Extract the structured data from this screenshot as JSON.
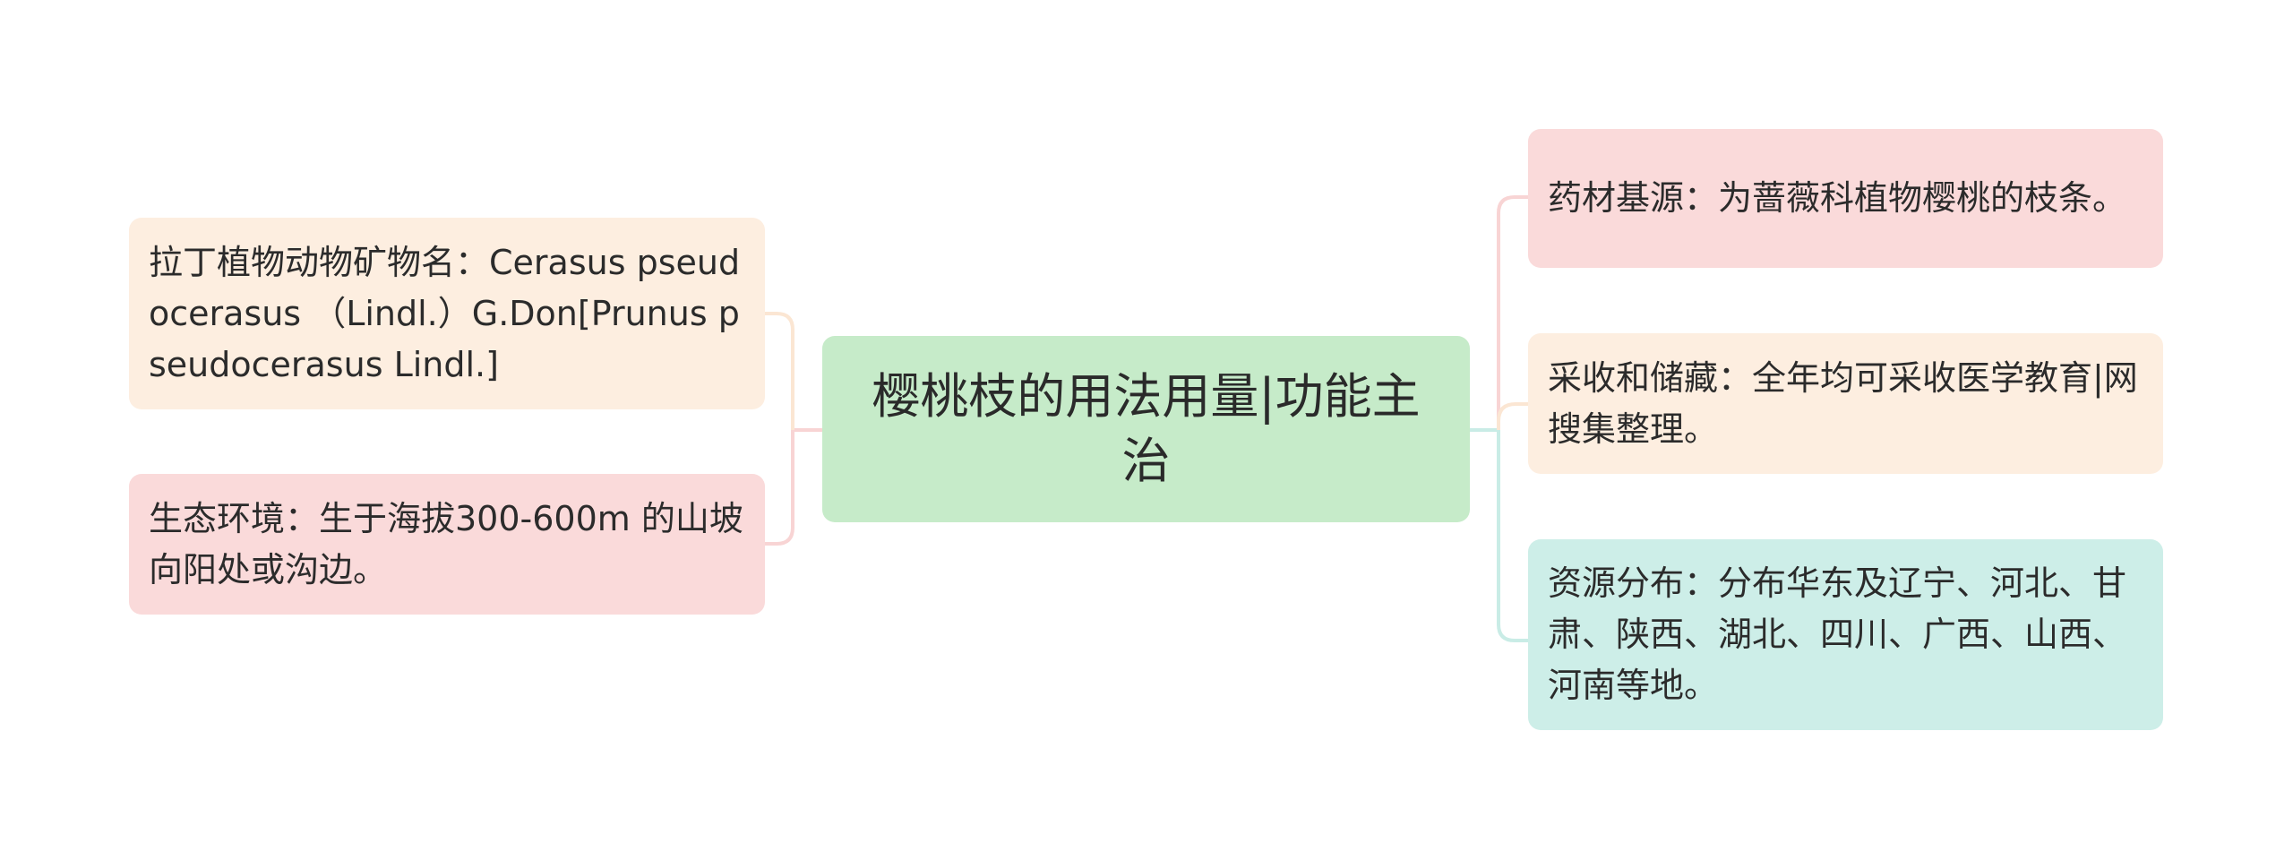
{
  "mindmap": {
    "root": {
      "label": "樱桃枝的用法用量|功能主治",
      "color": "#c6ebc9"
    },
    "left_branches": [
      {
        "label": "拉丁植物动物矿物名：Cerasus pseudocerasus （Lindl.）G.Don[Prunus pseudocerasus Lindl.]",
        "color": "#fdeee0",
        "connector_color": "#fbe6d3"
      },
      {
        "label": "生态环境：生于海拔300-600m 的山坡向阳处或沟边。",
        "color": "#fadada",
        "connector_color": "#f8d4d4"
      }
    ],
    "right_branches": [
      {
        "label": "药材基源：为蔷薇科植物樱桃的枝条。",
        "color": "#fadada",
        "connector_color": "#f8d4d4"
      },
      {
        "label": "采收和储藏：全年均可采收医学教育|网搜集整理。",
        "color": "#fdeee0",
        "connector_color": "#fbe6d3"
      },
      {
        "label": "资源分布：分布华东及辽宁、河北、甘肃、陕西、湖北、四川、广西、山西、河南等地。",
        "color": "#cdeee8",
        "connector_color": "#c9ece6"
      }
    ]
  }
}
